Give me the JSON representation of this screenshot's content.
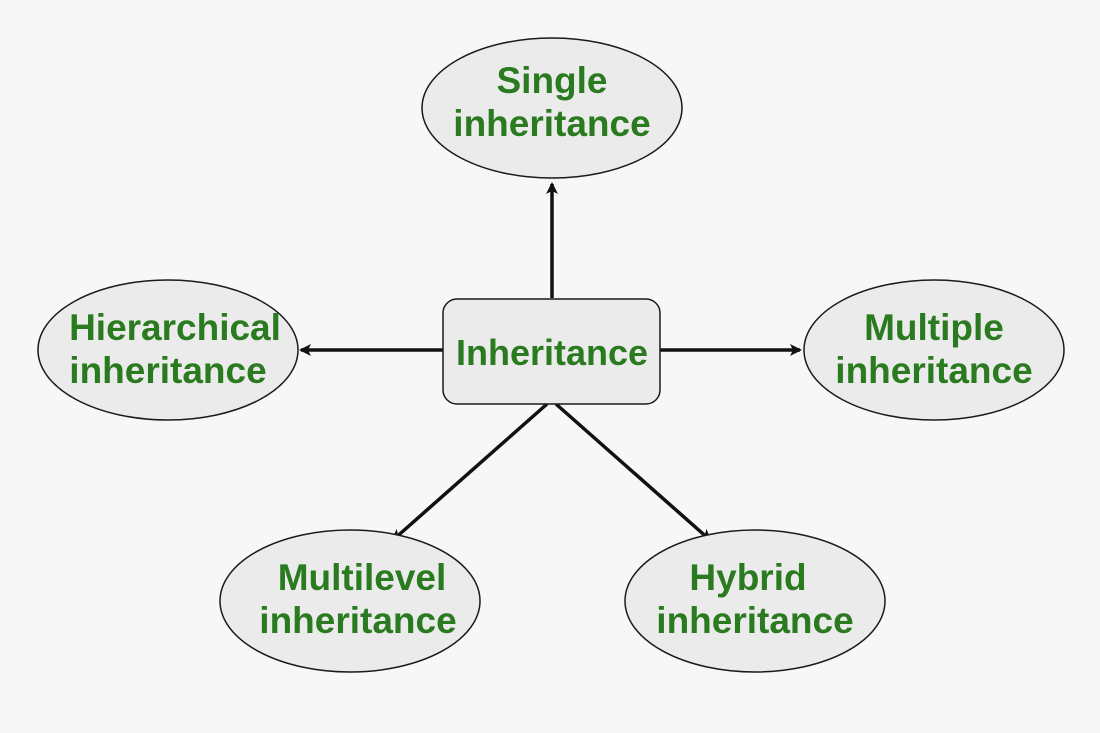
{
  "diagram": {
    "center": {
      "label": "Inheritance"
    },
    "nodes": [
      {
        "id": "single",
        "line1": "Single",
        "line2": "inheritance"
      },
      {
        "id": "multiple",
        "line1": "Multiple",
        "line2": "inheritance"
      },
      {
        "id": "hierarchical",
        "line1": "Hierarchical",
        "line2": "inheritance"
      },
      {
        "id": "multilevel",
        "line1": "Multilevel",
        "line2": "inheritance"
      },
      {
        "id": "hybrid",
        "line1": "Hybrid",
        "line2": "inheritance"
      }
    ],
    "colors": {
      "background": "#f7f7f7",
      "shape_fill": "#ebebeb",
      "stroke": "#1a1a1a",
      "text": "#2a7a1f"
    }
  }
}
